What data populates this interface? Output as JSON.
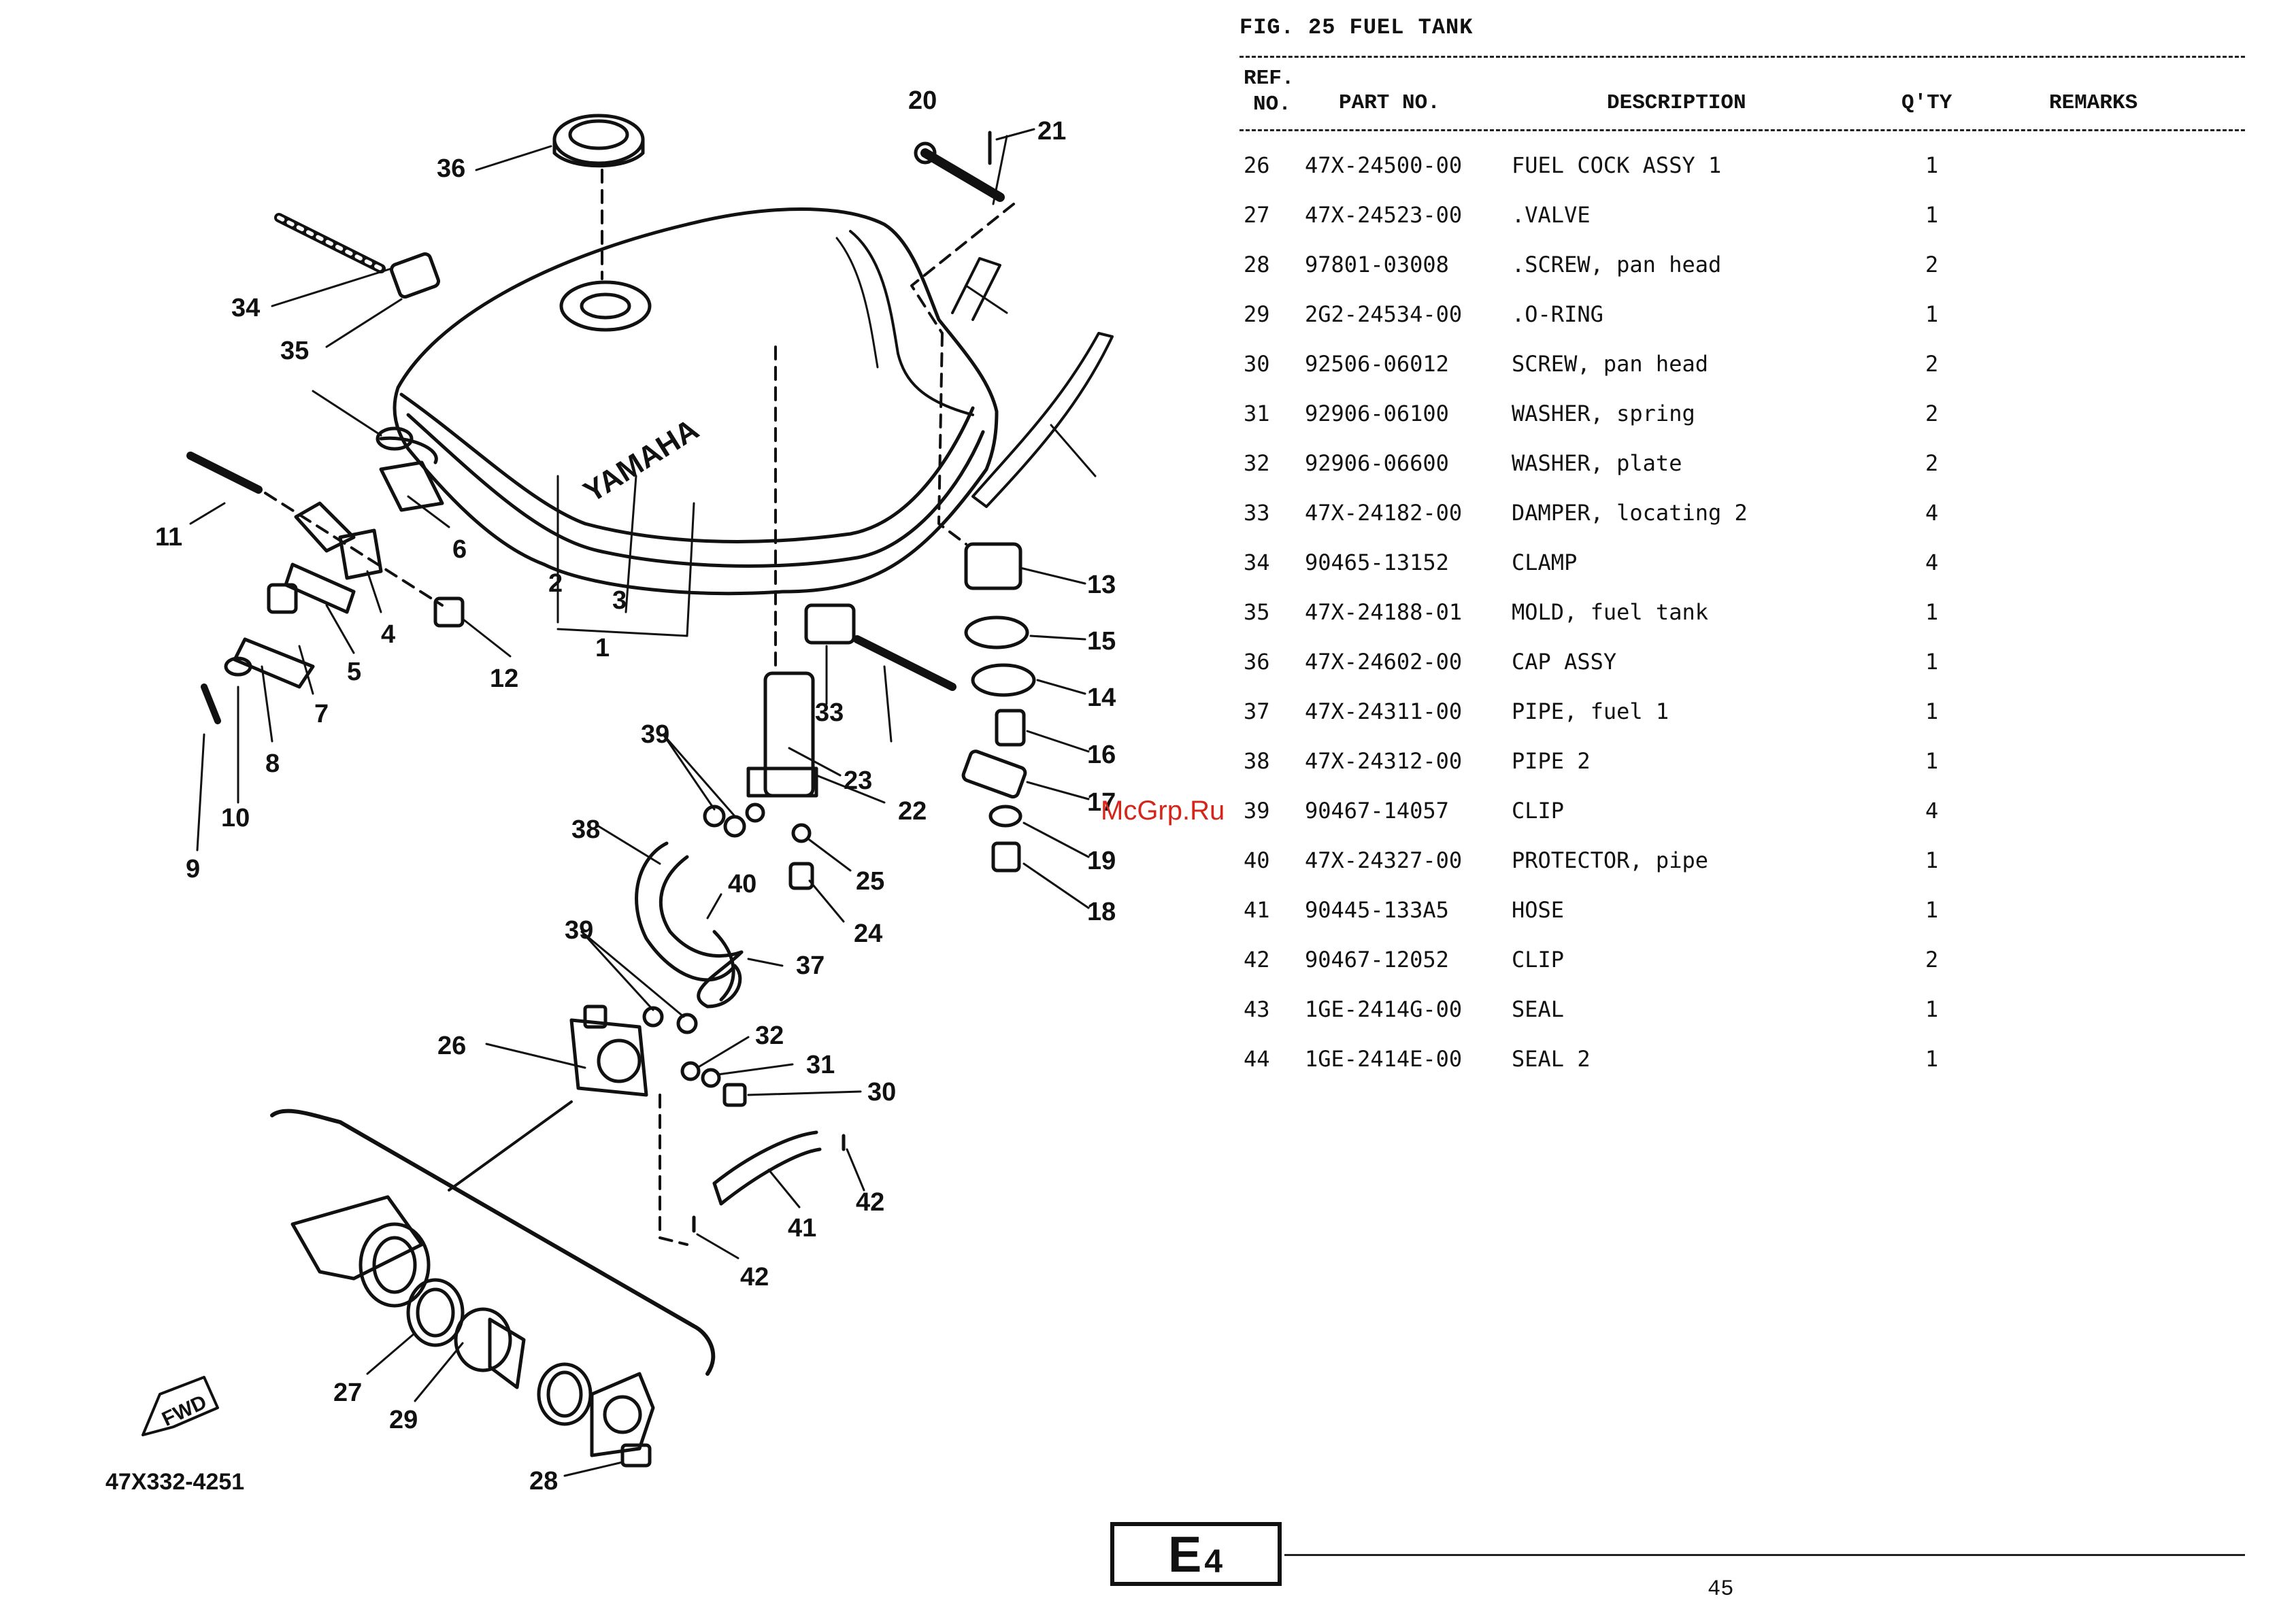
{
  "figure": {
    "title": "FIG. 25  FUEL TANK"
  },
  "table": {
    "headers": {
      "ref_line1": "REF.",
      "ref_line2": "NO.",
      "part_no": "PART NO.",
      "description": "DESCRIPTION",
      "qty": "Q'TY",
      "remarks": "REMARKS"
    },
    "rows": [
      {
        "ref": "26",
        "part": "47X-24500-00",
        "desc": "FUEL COCK ASSY 1",
        "qty": "1",
        "remarks": ""
      },
      {
        "ref": "27",
        "part": "47X-24523-00",
        "desc": ".VALVE",
        "qty": "1",
        "remarks": ""
      },
      {
        "ref": "28",
        "part": "97801-03008",
        "desc": ".SCREW, pan head",
        "qty": "2",
        "remarks": ""
      },
      {
        "ref": "29",
        "part": "2G2-24534-00",
        "desc": ".O-RING",
        "qty": "1",
        "remarks": ""
      },
      {
        "ref": "30",
        "part": "92506-06012",
        "desc": "SCREW, pan head",
        "qty": "2",
        "remarks": ""
      },
      {
        "ref": "31",
        "part": "92906-06100",
        "desc": "WASHER, spring",
        "qty": "2",
        "remarks": ""
      },
      {
        "ref": "32",
        "part": "92906-06600",
        "desc": "WASHER, plate",
        "qty": "2",
        "remarks": ""
      },
      {
        "ref": "33",
        "part": "47X-24182-00",
        "desc": "DAMPER, locating 2",
        "qty": "4",
        "remarks": ""
      },
      {
        "ref": "34",
        "part": "90465-13152",
        "desc": "CLAMP",
        "qty": "4",
        "remarks": ""
      },
      {
        "ref": "35",
        "part": "47X-24188-01",
        "desc": "MOLD, fuel tank",
        "qty": "1",
        "remarks": ""
      },
      {
        "ref": "36",
        "part": "47X-24602-00",
        "desc": "CAP ASSY",
        "qty": "1",
        "remarks": ""
      },
      {
        "ref": "37",
        "part": "47X-24311-00",
        "desc": "PIPE, fuel 1",
        "qty": "1",
        "remarks": ""
      },
      {
        "ref": "38",
        "part": "47X-24312-00",
        "desc": "PIPE 2",
        "qty": "1",
        "remarks": ""
      },
      {
        "ref": "39",
        "part": "90467-14057",
        "desc": "CLIP",
        "qty": "4",
        "remarks": ""
      },
      {
        "ref": "40",
        "part": "47X-24327-00",
        "desc": "PROTECTOR, pipe",
        "qty": "1",
        "remarks": ""
      },
      {
        "ref": "41",
        "part": "90445-133A5",
        "desc": "HOSE",
        "qty": "1",
        "remarks": ""
      },
      {
        "ref": "42",
        "part": "90467-12052",
        "desc": "CLIP",
        "qty": "2",
        "remarks": ""
      },
      {
        "ref": "43",
        "part": "1GE-2414G-00",
        "desc": "SEAL",
        "qty": "1",
        "remarks": ""
      },
      {
        "ref": "44",
        "part": "1GE-2414E-00",
        "desc": "SEAL 2",
        "qty": "1",
        "remarks": ""
      }
    ]
  },
  "diagram": {
    "brand_text": "YAMAHA",
    "fwd_text": "FWD",
    "drawing_id": "47X332-4251",
    "callouts": [
      "1",
      "2",
      "3",
      "4",
      "5",
      "6",
      "7",
      "8",
      "9",
      "10",
      "11",
      "12",
      "13",
      "14",
      "15",
      "16",
      "17",
      "18",
      "19",
      "20",
      "21",
      "22",
      "23",
      "24",
      "25",
      "26",
      "27",
      "28",
      "29",
      "30",
      "31",
      "32",
      "33",
      "34",
      "35",
      "36",
      "37",
      "38",
      "39",
      "40",
      "41",
      "42"
    ]
  },
  "watermark": "McGrp.Ru",
  "section": {
    "letter": "E",
    "number": "4"
  },
  "page_number": "45"
}
